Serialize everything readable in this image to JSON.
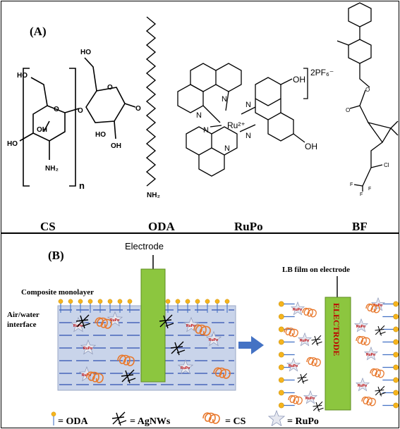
{
  "panel_a": {
    "label": "(A)",
    "molecules": {
      "cs": {
        "name": "CS",
        "repeat": "n",
        "atoms": [
          "HO",
          "O",
          "OH",
          "HO",
          "NH₂",
          "O",
          "HO",
          "O",
          "O",
          "HO",
          "OH"
        ]
      },
      "oda": {
        "name": "ODA",
        "amine": "NH₂"
      },
      "rupo": {
        "name": "RuPo",
        "metal": "Ru²⁺",
        "counterion": "2PF₆⁻",
        "hydroxyl_top": "OH",
        "hydroxyl_bottom": "OH",
        "nitrogen": "N"
      },
      "bf": {
        "name": "BF",
        "atoms": [
          "O",
          "O",
          "Cl",
          "F",
          "F",
          "F"
        ]
      }
    }
  },
  "panel_b": {
    "label": "(B)",
    "electrode_label": "Electrode",
    "monolayer_label": "Composite monolayer",
    "interface_label_line1": "Air/water",
    "interface_label_line2": "interface",
    "lb_film_label": "LB film on electrode",
    "electrode_text": "ELECTRODE",
    "rupo_tag": "RuPo",
    "legend": [
      {
        "symbol": "oda",
        "text": "= ODA"
      },
      {
        "symbol": "agnws",
        "text": "= AgNWs"
      },
      {
        "symbol": "cs",
        "text": "= CS"
      },
      {
        "symbol": "rupo",
        "text": "= RuPo"
      }
    ]
  },
  "colors": {
    "electrode_green": "#8cc63f",
    "water_blue": "#c9d4ea",
    "line_blue": "#2f4fb0",
    "head_orange": "#f5b41d",
    "coil_orange": "#e8782c",
    "arrow_blue": "#4472c4",
    "electrode_text_red": "#c00000"
  }
}
